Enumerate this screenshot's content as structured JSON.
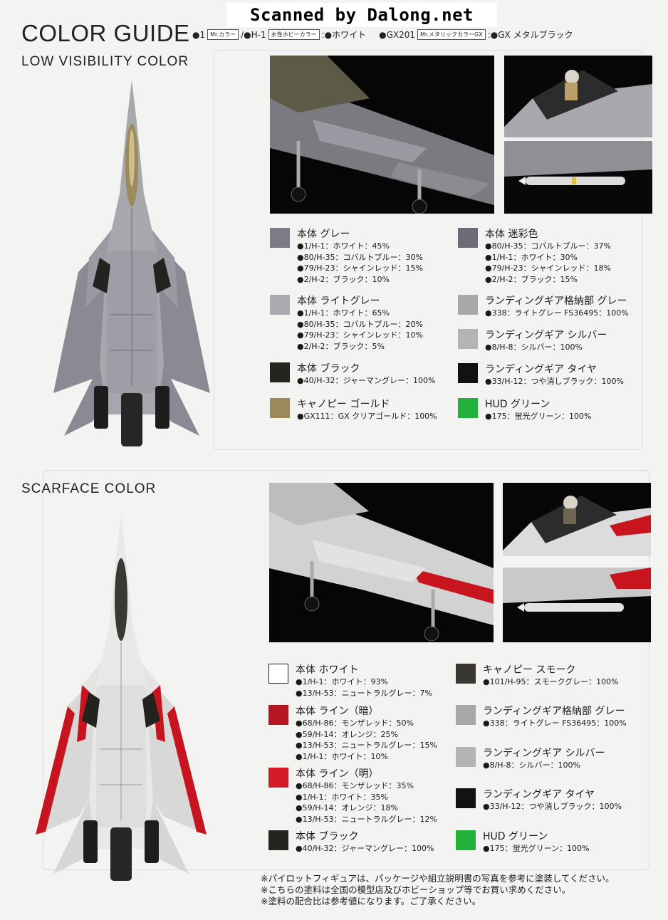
{
  "watermark": "Scanned by Dalong.net",
  "title": "COLOR GUIDE",
  "legend": {
    "dot1": "●1",
    "box1": "Mr.カラー",
    "dot2": "/●H-1",
    "box2": "水性ホビーカラー",
    "t1": ":●ホワイト",
    "dot3": "●GX201",
    "box3": "Mr.メタリックカラーGX",
    "t2": ":●GX メタルブラック"
  },
  "low_vis": {
    "heading": "LOW VISIBILITY COLOR",
    "swatches": [
      {
        "name": "本体 グレー",
        "color": "#7d7c86",
        "lines": [
          "●1/H-1：ホワイト：45%",
          "●80/H-35：コバルトブルー：30%",
          "●79/H-23：シャインレッド：15%",
          "●2/H-2：ブラック：10%"
        ]
      },
      {
        "name": "本体 ライトグレー",
        "color": "#a9a9b0",
        "lines": [
          "●1/H-1：ホワイト：65%",
          "●80/H-35：コバルトブルー：20%",
          "●79/H-23：シャインレッド：10%",
          "●2/H-2：ブラック：5%"
        ]
      },
      {
        "name": "本体 ブラック",
        "color": "#23261f",
        "lines": [
          "●40/H-32：ジャーマングレー：100%"
        ]
      },
      {
        "name": "キャノピー ゴールド",
        "color": "#9b8a5c",
        "lines": [
          "●GX111：GX クリアゴールド：100%"
        ]
      },
      {
        "name": "本体 迷彩色",
        "color": "#6e6a7a",
        "lines": [
          "●80/H-35：コバルトブルー：37%",
          "●1/H-1：ホワイト：30%",
          "●79/H-23：シャインレッド：18%",
          "●2/H-2：ブラック：15%"
        ]
      },
      {
        "name": "ランディングギア格納部 グレー",
        "color": "#a8a8aa",
        "lines": [
          "●338：ライトグレー FS36495：100%"
        ]
      },
      {
        "name": "ランディングギア シルバー",
        "color": "#b4b4b4",
        "lines": [
          "●8/H-8：シルバー：100%"
        ]
      },
      {
        "name": "ランディングギア タイヤ",
        "color": "#121212",
        "lines": [
          "●33/H-12：つや消しブラック：100%"
        ]
      },
      {
        "name": "HUD グリーン",
        "color": "#22b23c",
        "lines": [
          "●175：蛍光グリーン：100%"
        ]
      }
    ]
  },
  "scarface": {
    "heading": "SCARFACE COLOR",
    "swatches": [
      {
        "name": "本体 ホワイト",
        "color": "#ffffff",
        "lines": [
          "●1/H-1：ホワイト：93%",
          "●13/H-53：ニュートラルグレー：7%"
        ]
      },
      {
        "name": "本体 ライン（暗）",
        "color": "#b5161f",
        "lines": [
          "●68/H-86：モンザレッド：50%",
          "●59/H-14：オレンジ：25%",
          "●13/H-53：ニュートラルグレー：15%",
          "●1/H-1：ホワイト：10%"
        ]
      },
      {
        "name": "本体 ライン（明）",
        "color": "#d41a26",
        "lines": [
          "●68/H-86：モンザレッド：35%",
          "●1/H-1：ホワイト：35%",
          "●59/H-14：オレンジ：18%",
          "●13/H-53：ニュートラルグレー：12%"
        ]
      },
      {
        "name": "本体 ブラック",
        "color": "#23261f",
        "lines": [
          "●40/H-32：ジャーマングレー：100%"
        ]
      },
      {
        "name": "キャノピー スモーク",
        "color": "#3a3633",
        "lines": [
          "●101/H-95：スモークグレー：100%"
        ]
      },
      {
        "name": "ランディングギア格納部 グレー",
        "color": "#a8a8aa",
        "lines": [
          "●338：ライトグレー FS36495：100%"
        ]
      },
      {
        "name": "ランディングギア シルバー",
        "color": "#b4b4b4",
        "lines": [
          "●8/H-8：シルバー：100%"
        ]
      },
      {
        "name": "ランディングギア タイヤ",
        "color": "#121212",
        "lines": [
          "●33/H-12：つや消しブラック：100%"
        ]
      },
      {
        "name": "HUD グリーン",
        "color": "#22b23c",
        "lines": [
          "●175：蛍光グリーン：100%"
        ]
      }
    ]
  },
  "notes": [
    "※パイロットフィギュアは、パッケージや組立説明書の写真を参考に塗装してください。",
    "※こちらの塗料は全国の模型店及びホビーショップ等でお買い求めください。",
    "※塗料の配合比は参考値になります。ご了承ください。"
  ]
}
